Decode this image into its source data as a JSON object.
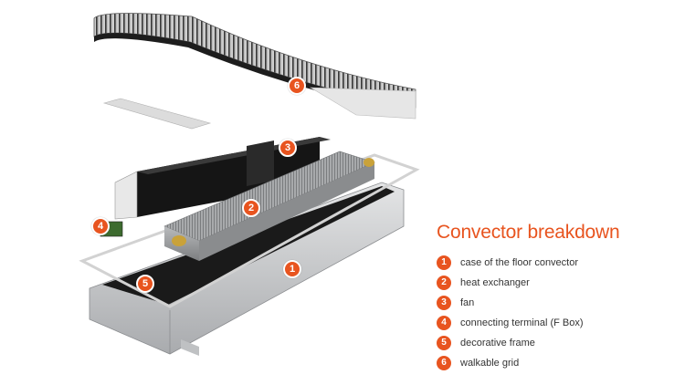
{
  "legend": {
    "title": "Convector breakdown",
    "items": [
      {
        "number": "1",
        "label": "case of the floor convector"
      },
      {
        "number": "2",
        "label": "heat exchanger"
      },
      {
        "number": "3",
        "label": "fan"
      },
      {
        "number": "4",
        "label": "connecting terminal (F Box)"
      },
      {
        "number": "5",
        "label": "decorative frame"
      },
      {
        "number": "6",
        "label": "walkable grid"
      }
    ]
  },
  "markers": {
    "m1": "1",
    "m2": "2",
    "m3": "3",
    "m4": "4",
    "m5": "5",
    "m6": "6"
  },
  "colors": {
    "accent": "#e8541f",
    "text": "#333333",
    "metal": "#c9cbcd",
    "dark": "#1f1f1f"
  }
}
